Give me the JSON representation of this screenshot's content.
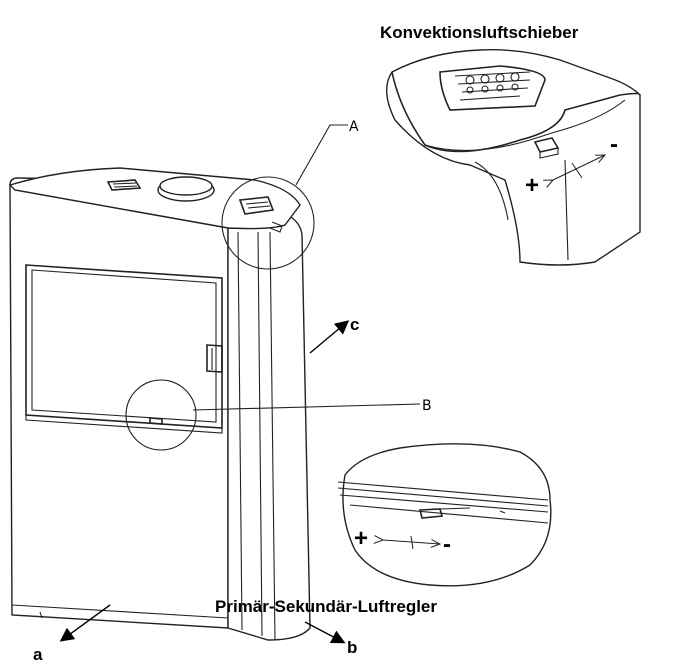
{
  "titles": {
    "convection_slider": "Konvektionsluftschieber",
    "primary_secondary_regulator": "Primär-Sekundär-Luftregler"
  },
  "callouts": {
    "detail_a": "A",
    "detail_b": "B"
  },
  "direction_labels": {
    "a": "a",
    "b": "b",
    "c": "c"
  },
  "adjust_signs": {
    "top_plus": "+",
    "top_minus": "-",
    "bottom_plus": "+",
    "bottom_minus": "-"
  }
}
